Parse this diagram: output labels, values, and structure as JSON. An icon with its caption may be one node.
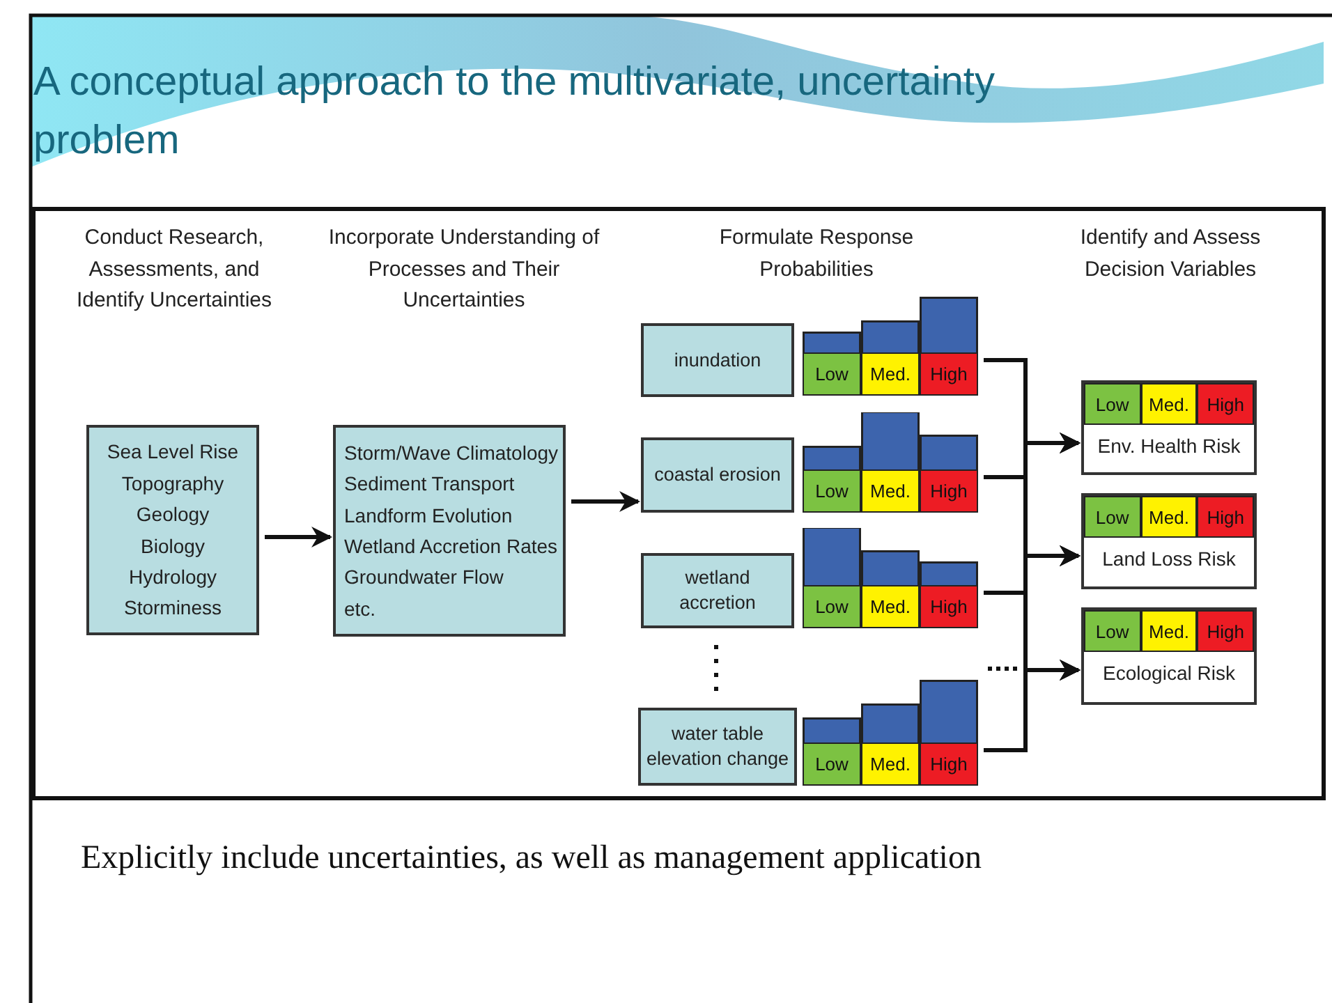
{
  "diagram": {
    "title": "A conceptual approach to the multivariate, uncertainty problem",
    "caption": "Explicitly include uncertainties, as well as management application",
    "nodes": [
      {
        "text": [
          "Sea Level Rise",
          "Topography",
          "Geology",
          "Biology",
          "Hydrology",
          "Storminess"
        ]
      },
      {
        "text": [
          "Storm/Wave Climatology",
          "Sediment Transport",
          "Landform Evolution",
          "Wetland Accretion Rates",
          "Groundwater Flow",
          "etc."
        ]
      },
      {
        "text": [
          "inundation"
        ]
      },
      {
        "text": [
          "coastal erosion"
        ]
      },
      {
        "text": [
          "wetland accretion"
        ]
      },
      {
        "text": [
          "water table elevation change"
        ]
      },
      {
        "text": [
          "Low",
          "Med.",
          "High"
        ]
      },
      {
        "text": [
          "Low",
          "Med.",
          "High"
        ]
      },
      {
        "text": [
          "Low",
          "Med.",
          "High"
        ]
      },
      {
        "text": [
          "Low",
          "Med.",
          "High"
        ]
      },
      {
        "text": [
          "Low",
          "Med.",
          "High",
          "Env. Health Risk"
        ]
      },
      {
        "text": [
          "Low",
          "Med.",
          "High",
          "Land Loss Risk"
        ]
      },
      {
        "text": [
          "Low",
          "Med.",
          "High",
          "Ecological Risk"
        ]
      }
    ],
    "edges": [
      {
        "from": 0,
        "to": 1,
        "arrow": "to"
      },
      {
        "from": 1,
        "to": 3,
        "arrow": "to"
      },
      {
        "from": 6,
        "to": 10,
        "arrow": "to"
      },
      {
        "from": 6,
        "to": 11,
        "arrow": "to"
      },
      {
        "from": 6,
        "to": 12,
        "arrow": "to"
      },
      {
        "from": 7,
        "to": 10,
        "arrow": "to"
      },
      {
        "from": 7,
        "to": 11,
        "arrow": "to"
      },
      {
        "from": 7,
        "to": 12,
        "arrow": "to"
      },
      {
        "from": 8,
        "to": 10,
        "arrow": "to"
      },
      {
        "from": 8,
        "to": 11,
        "arrow": "to"
      },
      {
        "from": 8,
        "to": 12,
        "arrow": "to"
      },
      {
        "from": 9,
        "to": 10,
        "arrow": "to"
      },
      {
        "from": 9,
        "to": 11,
        "arrow": "to"
      },
      {
        "from": 9,
        "to": 12,
        "arrow": "to"
      }
    ],
    "labels": [
      "Conduct Research, Assessments, and Identify Uncertainties",
      "Incorporate Understanding of Processes and Their Uncertainties",
      "Formulate Response Probabilities",
      "Identify and Assess Decision Variables"
    ]
  }
}
